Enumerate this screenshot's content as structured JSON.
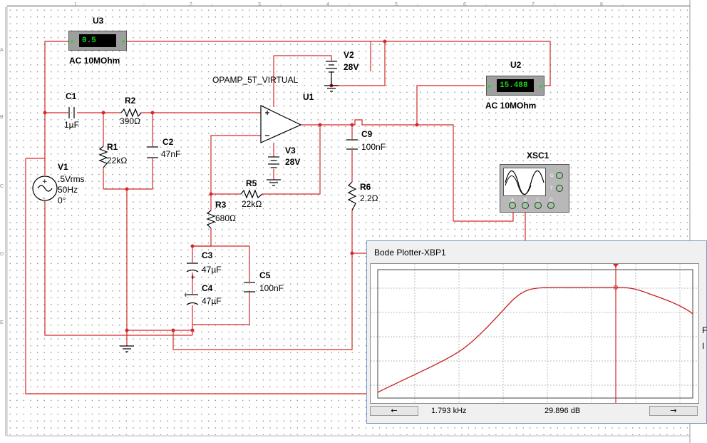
{
  "schematic": {
    "u3": {
      "ref": "U3",
      "reading": "0.5",
      "mode": "AC  10MOhm"
    },
    "u2": {
      "ref": "U2",
      "reading": "15.488",
      "mode": "AC  10MOhm"
    },
    "u1": {
      "ref": "U1",
      "part": "OPAMP_5T_VIRTUAL"
    },
    "v2": {
      "ref": "V2",
      "value": "28V"
    },
    "v3": {
      "ref": "V3",
      "value": "28V"
    },
    "v1": {
      "ref": "V1",
      "amp": ".5Vrms",
      "freq": "50Hz",
      "phase": "0°"
    },
    "c1": {
      "ref": "C1",
      "value": "1µF"
    },
    "r2": {
      "ref": "R2",
      "value": "390Ω"
    },
    "c2": {
      "ref": "C2",
      "value": "47nF"
    },
    "r1": {
      "ref": "R1",
      "value": "22kΩ"
    },
    "c9": {
      "ref": "C9",
      "value": "100nF"
    },
    "r6": {
      "ref": "R6",
      "value": "2.2Ω"
    },
    "r5": {
      "ref": "R5",
      "value": "22kΩ"
    },
    "r3": {
      "ref": "R3",
      "value": "680Ω"
    },
    "c3": {
      "ref": "C3",
      "value": "47µF"
    },
    "c4": {
      "ref": "C4",
      "value": "47µF"
    },
    "c5": {
      "ref": "C5",
      "value": "100nF"
    },
    "xsc1": {
      "ref": "XSC1",
      "terminals": [
        "A",
        "B",
        "C",
        "D",
        "G",
        "T"
      ]
    },
    "ruler_top": [
      "1",
      "2",
      "3",
      "4",
      "5",
      "6",
      "7",
      "8"
    ],
    "ruler_left": [
      "A",
      "B",
      "C",
      "D",
      "E"
    ]
  },
  "bode_window": {
    "title": "Bode Plotter-XBP1",
    "frequency_readout": "1.793 kHz",
    "gain_readout": "29.896 dB",
    "left_arrow": "←",
    "right_arrow": "→",
    "side_labels": [
      "F",
      "I"
    ]
  },
  "colors": {
    "wire": "#d62828",
    "grid_dot": "#6b6b6b",
    "meter_text": "#19d419",
    "curve": "#c81e1e"
  }
}
